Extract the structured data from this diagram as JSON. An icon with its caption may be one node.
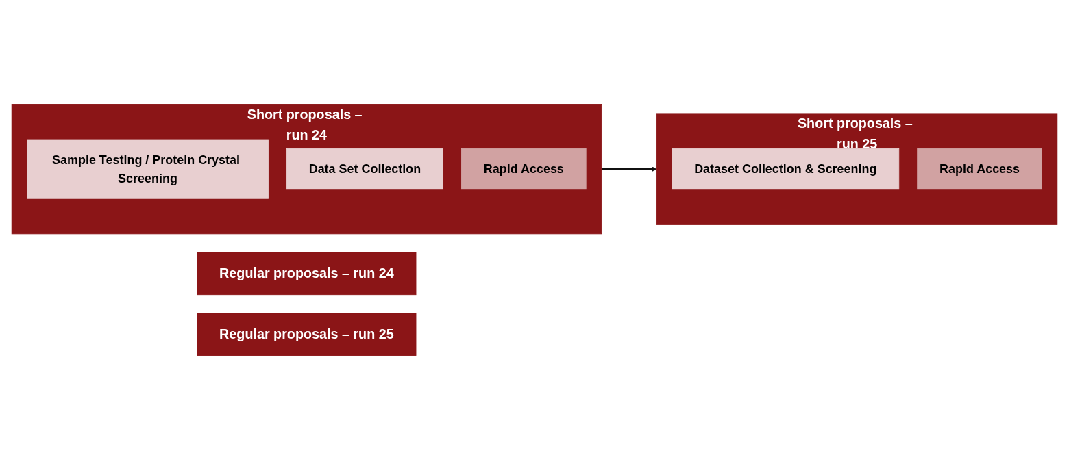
{
  "diagram": {
    "nodes": [
      {
        "text": [
          "Regular proposals – run 24"
        ]
      },
      {
        "text": [
          "Short proposals – run 24"
        ]
      },
      {
        "text": [
          "Sample Testing / Protein Crystal Screening"
        ],
        "in": 1
      },
      {
        "text": [
          "Data Set Collection"
        ],
        "in": 1
      },
      {
        "text": [
          "Rapid Access"
        ],
        "in": 1
      },
      {
        "text": [
          "Regular proposals – run 25"
        ]
      },
      {
        "text": [
          "Short proposals – run 25"
        ]
      },
      {
        "text": [
          "Dataset Collection & Screening"
        ],
        "in": 6
      },
      {
        "text": [
          "Rapid Access"
        ],
        "in": 6
      }
    ],
    "edges": [
      {
        "from": 1,
        "to": 6,
        "arrow": "to"
      }
    ]
  }
}
